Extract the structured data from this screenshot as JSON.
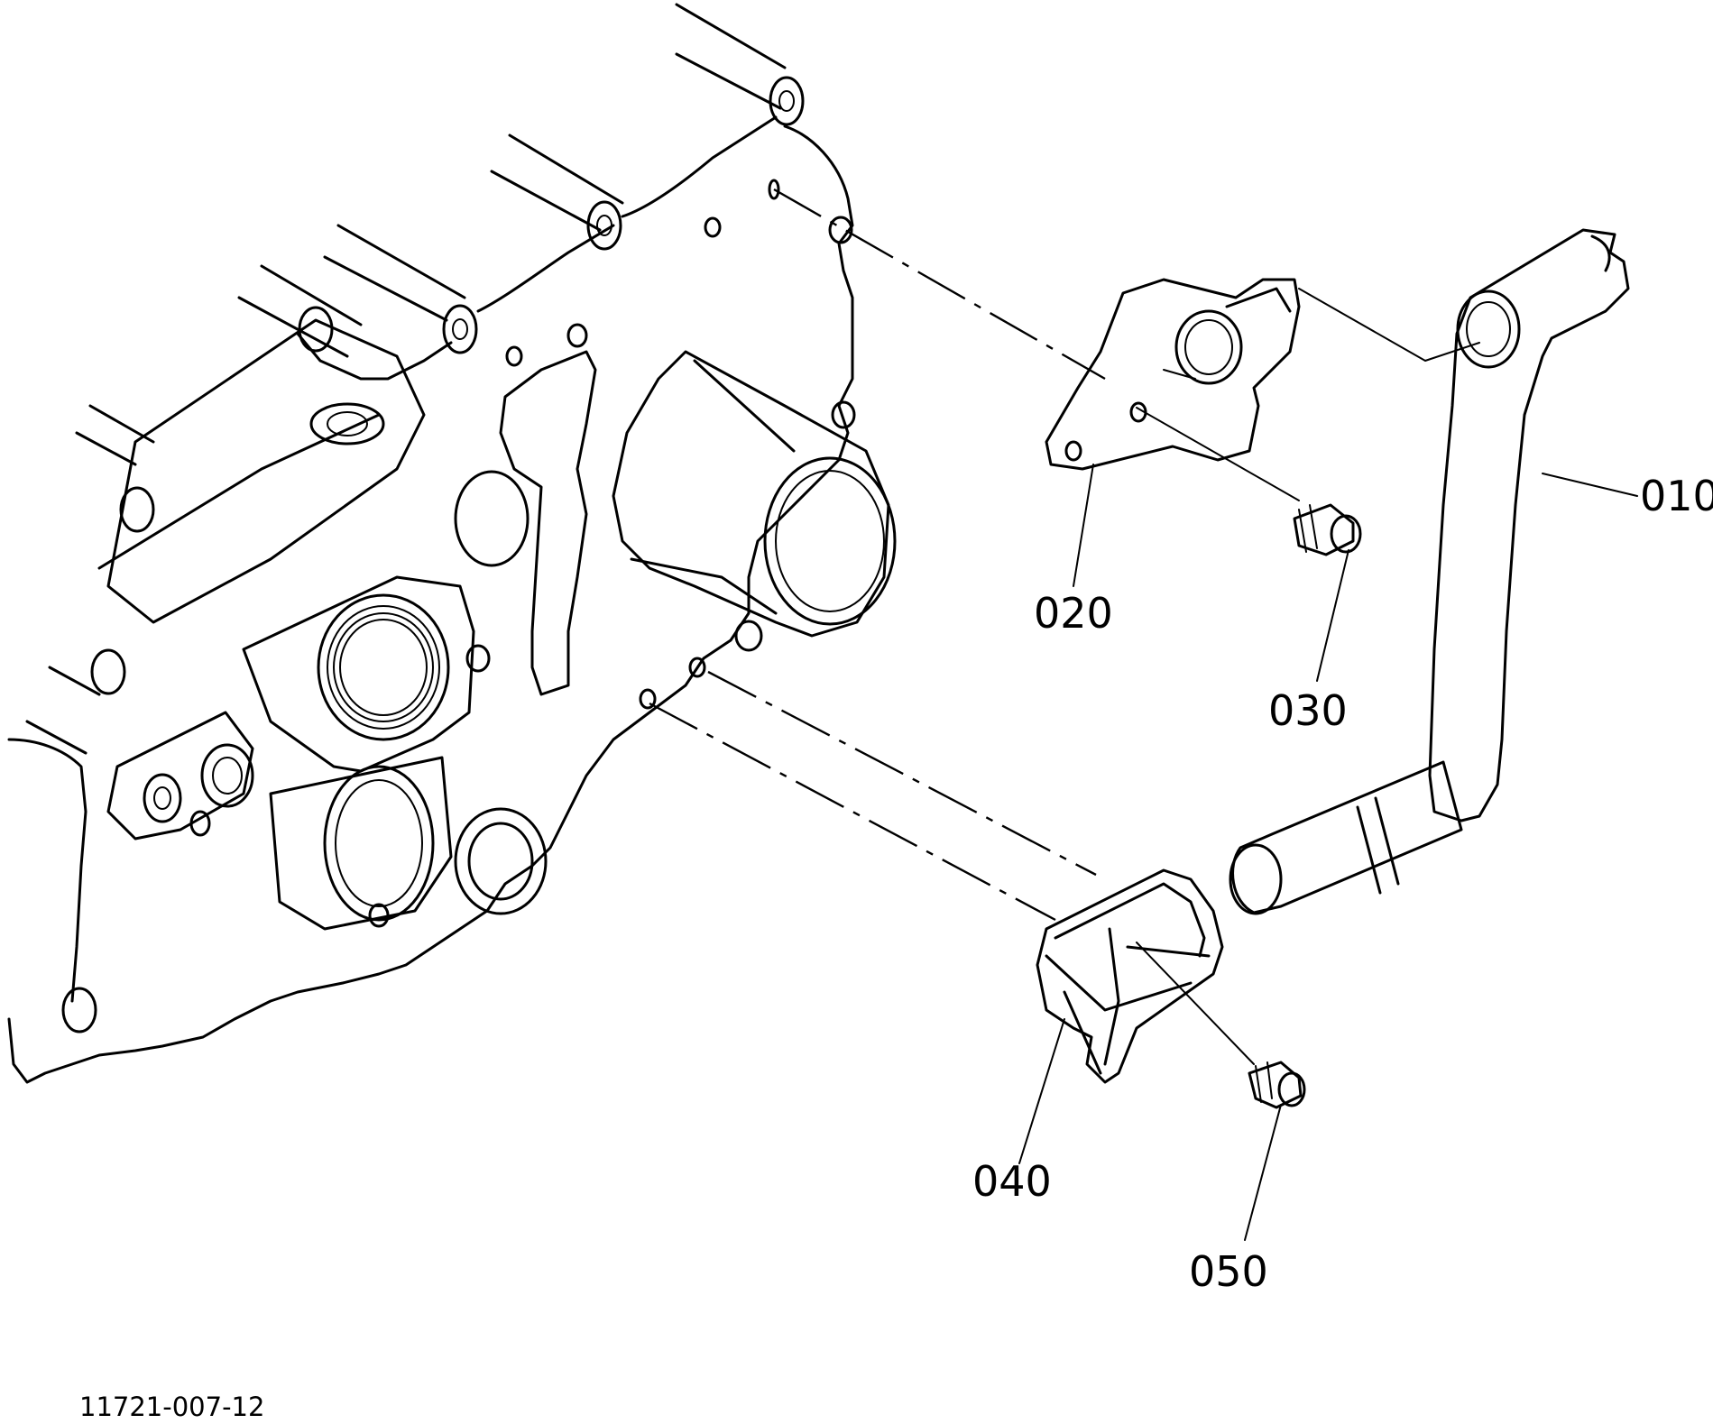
{
  "labels": {
    "p010": "010",
    "p020": "020",
    "p030": "030",
    "p040": "040",
    "p050": "050"
  },
  "drawing_code": "11721-007-12"
}
